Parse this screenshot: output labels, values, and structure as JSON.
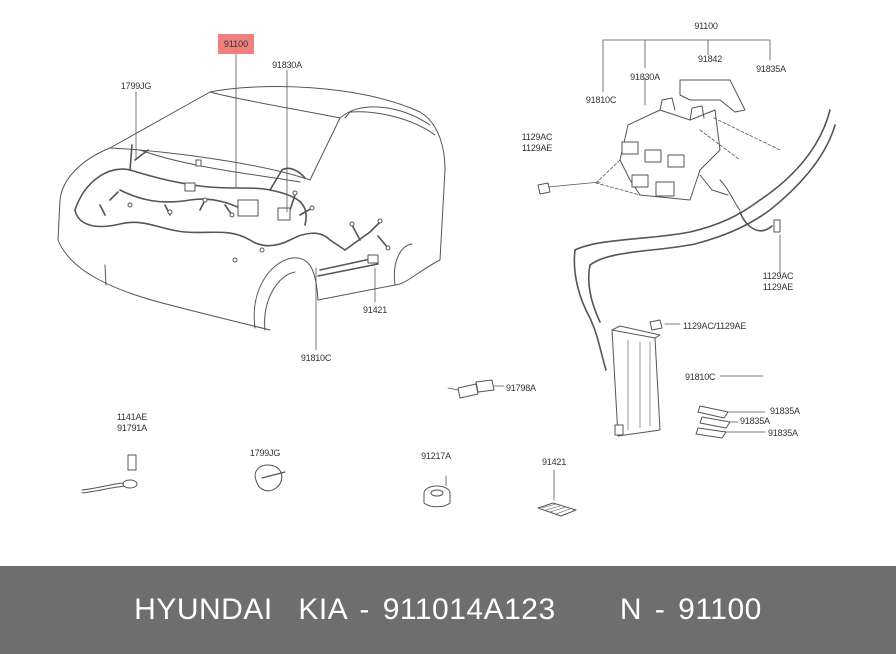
{
  "diagram": {
    "labels": {
      "highlight_part": "91100",
      "wiring_1799jg": "1799JG",
      "wiring_91830a": "91830A",
      "wiring_91421": "91421",
      "wiring_91810c": "91810C",
      "box_91100": "91100",
      "box_91842": "91842",
      "box_91835a": "91835A",
      "box_91830a": "91830A",
      "box_91810c": "91810C",
      "bolt_left_1": "1129AC",
      "bolt_left_2": "1129AE",
      "bolt_right_1": "1129AC",
      "bolt_right_2": "1129AE",
      "bolt_fuse": "1129AC/1129AE",
      "fuse_block": "91810C",
      "fuse_1": "91835A",
      "fuse_2": "91835A",
      "fuse_3": "91835A",
      "connector_91798a": "91798A",
      "ground_1": "1141AE",
      "ground_2": "91791A",
      "clip_1799jg": "1799JG",
      "grommet_91217a": "91217A",
      "pad_91421": "91421"
    }
  },
  "footer": {
    "text": "HYUNDAI  KIA - 911014A123     N - 91100"
  }
}
